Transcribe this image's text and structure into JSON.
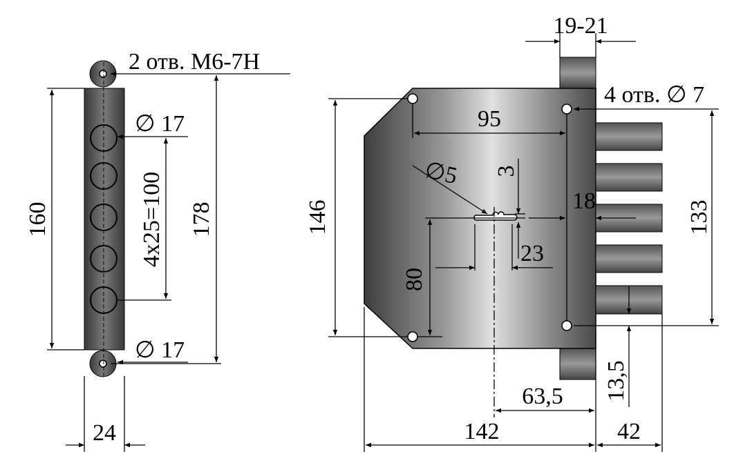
{
  "title": "Lock dimensional drawing",
  "colors": {
    "metal_light": "#cfcfcf",
    "metal_dark": "#4a4a4a",
    "line": "#000000"
  },
  "strip": {
    "holes_label": "2 отв. M6-7H",
    "dia_top": "∅ 17",
    "dia_bottom": "∅ 17",
    "height_160": "160",
    "height_178": "178",
    "pitch": "4x25=100",
    "width": "24"
  },
  "body": {
    "faceplate_thickness": "19-21",
    "holes_label": "4 отв. ∅ 7",
    "hole_span": "95",
    "height_146": "146",
    "height_133": "133",
    "key_dia": "∅5",
    "key_offset": "3",
    "bolt_offset": "18",
    "key_width": "23",
    "key_height": "80",
    "backset": "63,5",
    "bolt_step": "13,5",
    "body_width": "142",
    "bolt_throw": "42"
  }
}
